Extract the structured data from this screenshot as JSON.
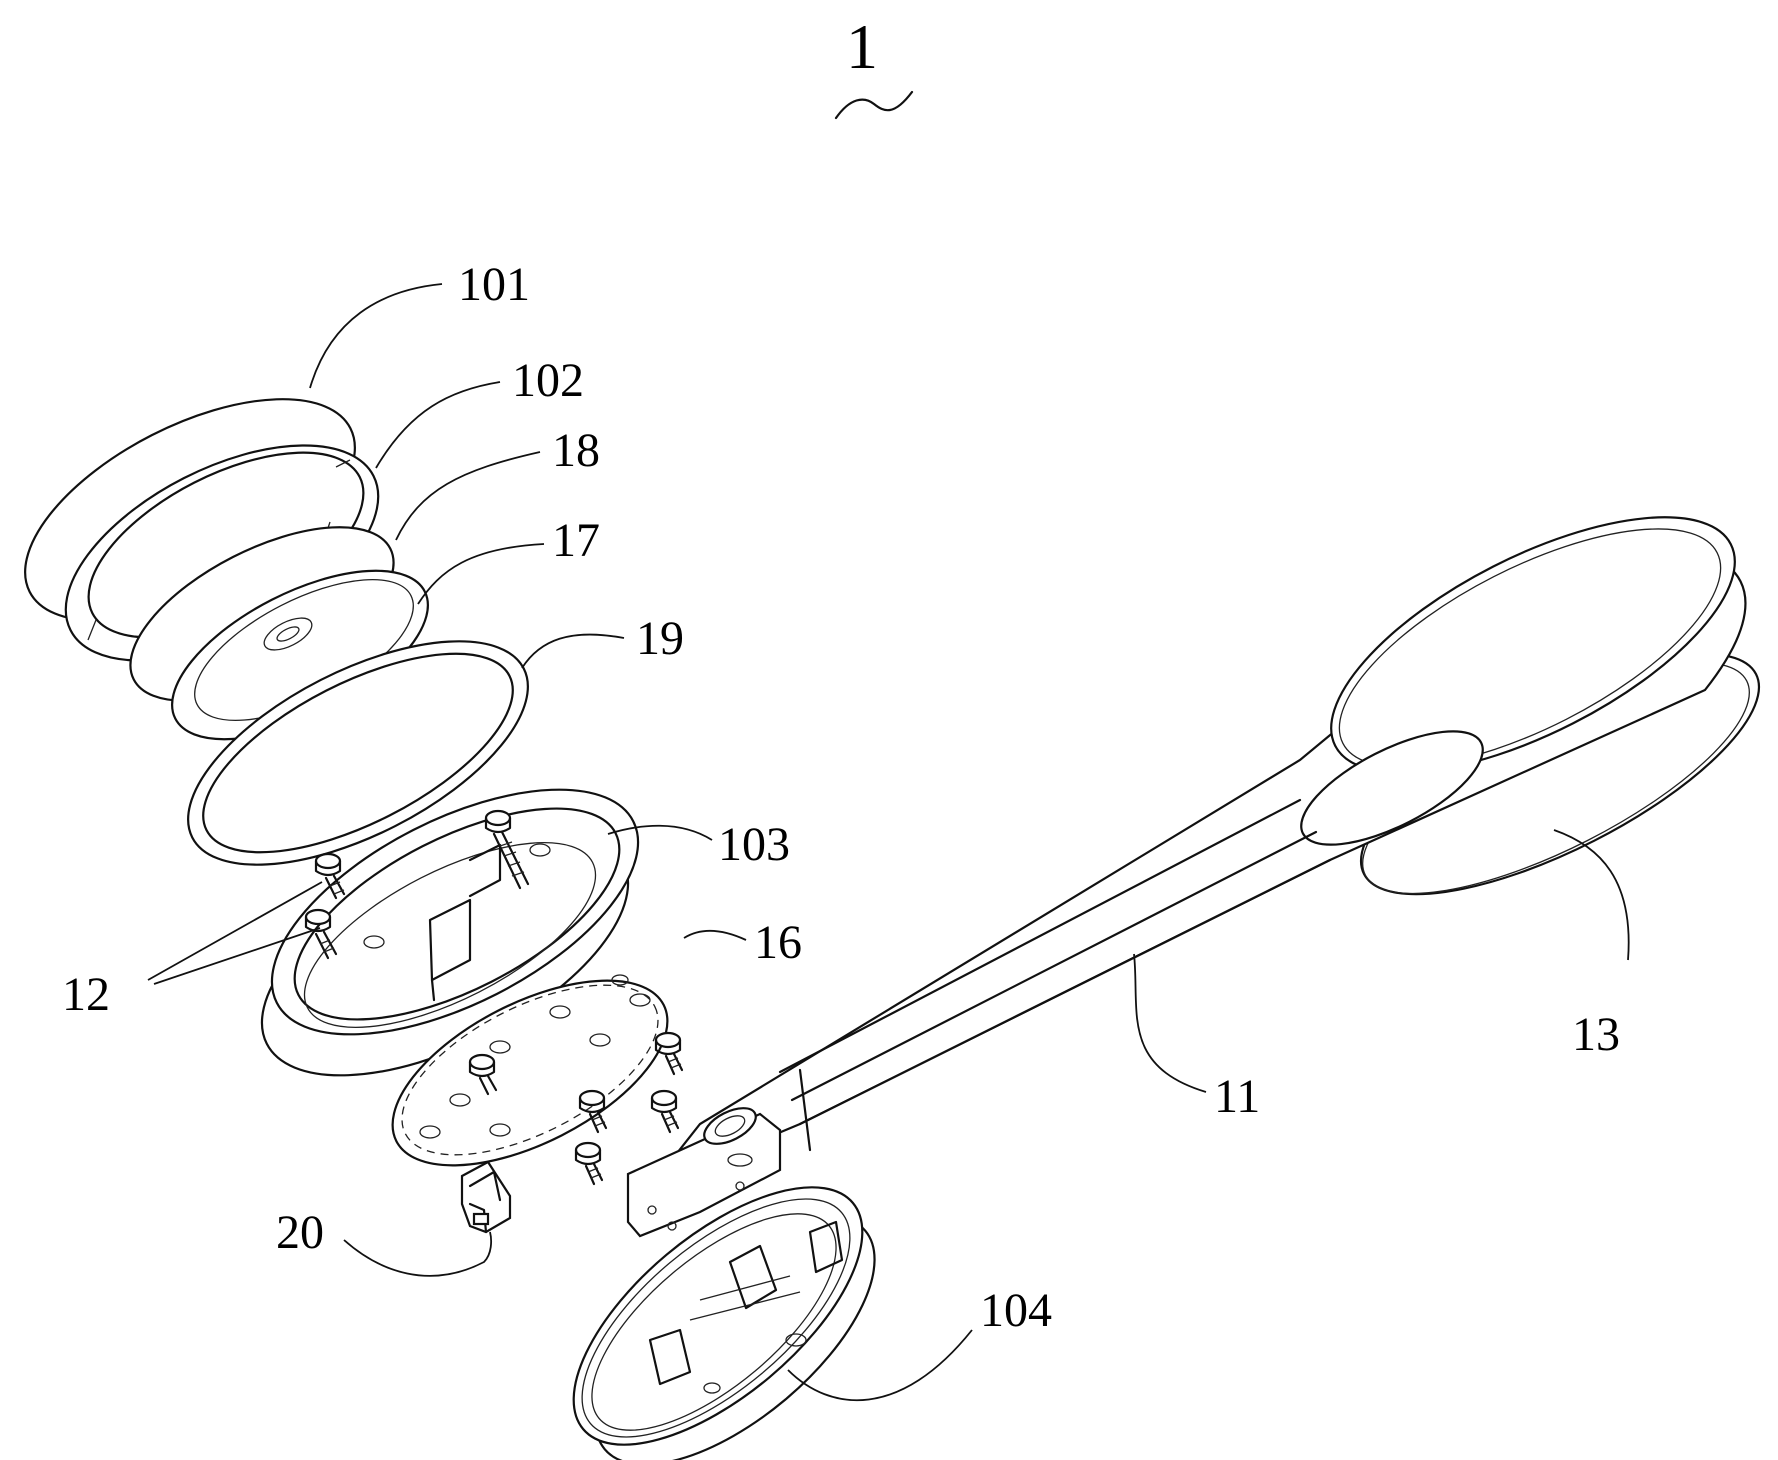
{
  "figure": {
    "number": "1",
    "labels": {
      "disc_101": "101",
      "ring_102": "102",
      "plate_18": "18",
      "plate_17": "17",
      "ring_19": "19",
      "housing_103": "103",
      "screws_12": "12",
      "board_16": "16",
      "clip_20": "20",
      "cap_104": "104",
      "arm_11": "11",
      "pad_13": "13"
    }
  },
  "colors": {
    "line": "#111111",
    "background": "#ffffff"
  },
  "icons": {
    "figure_mark": "tilde-wave"
  }
}
